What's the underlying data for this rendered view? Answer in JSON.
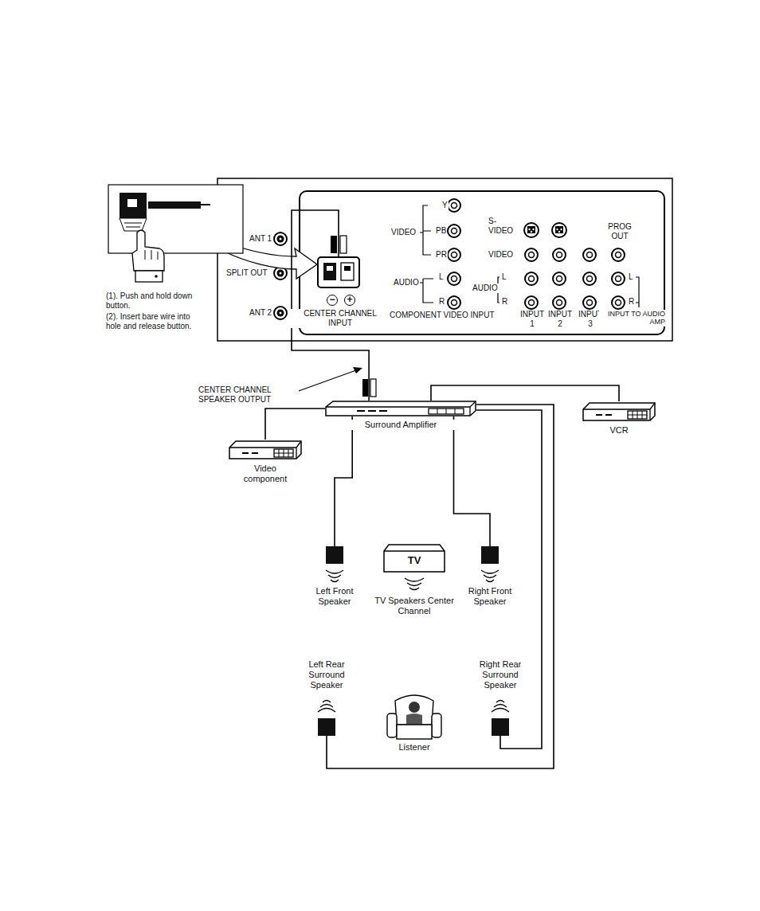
{
  "diagram": {
    "nodes": [
      {
        "text": [
          "CENTER CHANNEL INPUT"
        ]
      },
      {
        "text": [
          "Surround Amplifier"
        ]
      },
      {
        "text": [
          "VCR"
        ]
      },
      {
        "text": [
          "Video component"
        ]
      },
      {
        "text": [
          "Left Front Speaker"
        ]
      },
      {
        "text": [
          "TV",
          "TV Speakers Center Channel"
        ]
      },
      {
        "text": [
          "Right Front Speaker"
        ]
      },
      {
        "text": [
          "Left Rear Surround Speaker"
        ]
      },
      {
        "text": [
          "Listener"
        ]
      },
      {
        "text": [
          "Right Rear Surround Speaker"
        ]
      }
    ],
    "edges": [
      {
        "from": 1,
        "to": 0,
        "arrow": "none"
      },
      {
        "from": 1,
        "to": 2,
        "arrow": "none"
      },
      {
        "from": 1,
        "to": 3,
        "arrow": "none"
      },
      {
        "from": 1,
        "to": 4,
        "arrow": "none"
      },
      {
        "from": 1,
        "to": 6,
        "arrow": "none"
      },
      {
        "from": 1,
        "to": 9,
        "arrow": "none"
      },
      {
        "from": 1,
        "to": 7,
        "arrow": "none"
      }
    ],
    "labels": [
      "ANT 1",
      "SPLIT OUT",
      "ANT 2",
      "(1). Push and hold down button.",
      "(2). Insert bare wire into hole and release button.",
      "Y",
      "VIDEO",
      "PB",
      "PR",
      "AUDIO",
      "L",
      "R",
      "COMPONENT VIDEO INPUT",
      "S- VIDEO",
      "VIDEO",
      "PROG OUT",
      "AUDIO",
      "L",
      "R",
      "INPUT 1",
      "INPUT 2",
      "INPUT 3",
      "INPUT TO AUDIO AMP",
      "L",
      "R",
      "−",
      "+",
      "CENTER CHANNEL SPEAKER OUTPUT"
    ]
  }
}
